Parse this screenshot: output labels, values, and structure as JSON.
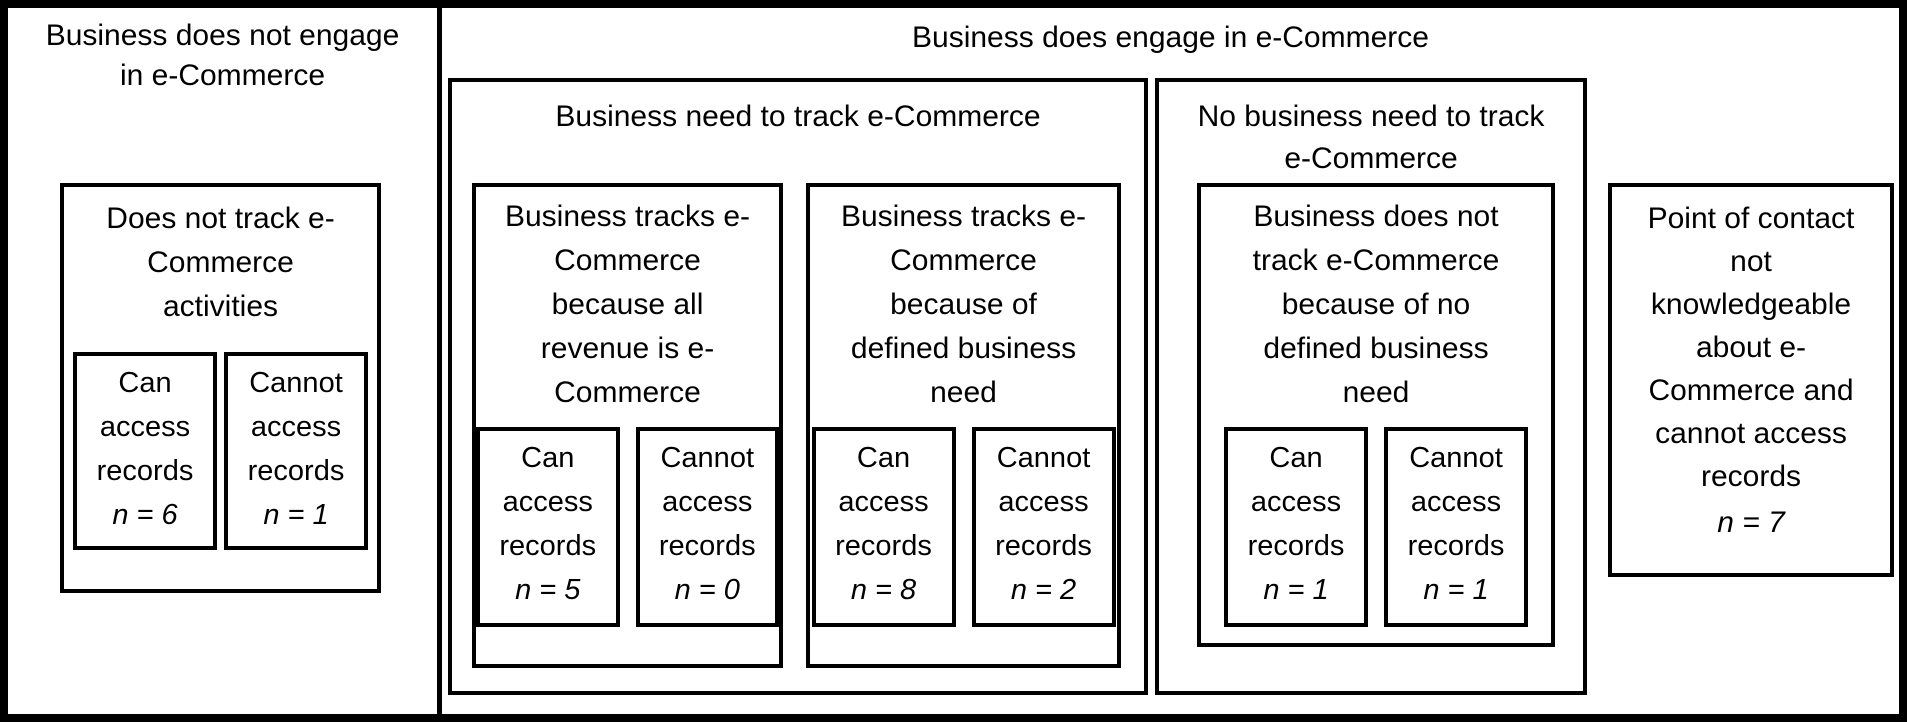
{
  "colors": {
    "background": "#ffffff",
    "border": "#000000",
    "text": "#000000"
  },
  "diagram": {
    "not_engage": {
      "title": "Business does not engage\nin e-Commerce",
      "box": {
        "title": "Does not track e-\nCommerce\nactivities",
        "leaves": [
          {
            "label": "Can\naccess\nrecords",
            "n": "n = 6"
          },
          {
            "label": "Cannot\naccess\nrecords",
            "n": "n = 1"
          }
        ]
      }
    },
    "engage": {
      "title": "Business does engage in e-Commerce",
      "need_group": {
        "title": "Business need to track e-Commerce",
        "boxes": [
          {
            "title": "Business tracks e-\nCommerce\nbecause all\nrevenue is e-\nCommerce",
            "leaves": [
              {
                "label": "Can\naccess\nrecords",
                "n": "n = 5"
              },
              {
                "label": "Cannot\naccess\nrecords",
                "n": "n = 0"
              }
            ]
          },
          {
            "title": "Business tracks e-\nCommerce\nbecause of\ndefined business\nneed",
            "leaves": [
              {
                "label": "Can\naccess\nrecords",
                "n": "n = 8"
              },
              {
                "label": "Cannot\naccess\nrecords",
                "n": "n = 2"
              }
            ]
          }
        ]
      },
      "no_need_group": {
        "title": "No business need to track\ne-Commerce",
        "boxes": [
          {
            "title": "Business does not\ntrack e-Commerce\nbecause of no\ndefined business\nneed",
            "leaves": [
              {
                "label": "Can\naccess\nrecords",
                "n": "n = 1"
              },
              {
                "label": "Cannot\naccess\nrecords",
                "n": "n = 1"
              }
            ]
          }
        ]
      },
      "poc_box": {
        "title": "Point of contact\nnot\nknowledgeable\nabout e-\nCommerce and\ncannot access\nrecords",
        "n": "n = 7"
      }
    }
  }
}
